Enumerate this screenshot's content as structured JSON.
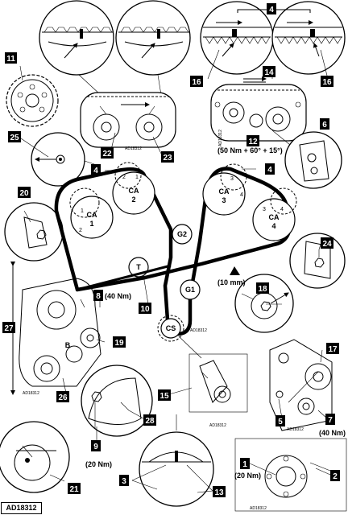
{
  "callouts": {
    "c1": "1",
    "c2": "2",
    "c3": "3",
    "c4": "4",
    "c4b": "4",
    "c4c": "4",
    "c5": "5",
    "c6": "6",
    "c7": "7",
    "c8": "8",
    "c9": "9",
    "c10": "10",
    "c11": "11",
    "c12": "12",
    "c13": "13",
    "c14": "14",
    "c15": "15",
    "c16": "16",
    "c16b": "16",
    "c17": "17",
    "c18": "18",
    "c19": "19",
    "c20": "20",
    "c21": "21",
    "c22": "22",
    "c23": "23",
    "c24": "24",
    "c25": "25",
    "c26": "26",
    "c27": "27",
    "c28": "28"
  },
  "pulleys": {
    "ca1": "CA",
    "ca1n": "1",
    "ca2": "CA",
    "ca2n": "2",
    "ca3": "CA",
    "ca3n": "3",
    "ca4": "CA",
    "ca4n": "4",
    "g1": "G1",
    "g2": "G2",
    "t": "T",
    "cs": "CS",
    "b": "B"
  },
  "marks": {
    "m1": "1",
    "m2": "2",
    "m2b": "2",
    "m1b": "1",
    "m3": "3",
    "m4": "4",
    "m3b": "3",
    "m4b": "4"
  },
  "torques": {
    "t12": "(50 Nm + 60° + 15°)",
    "t8": "(40 Nm)",
    "t9": "(20 Nm)",
    "t7": "(40 Nm)",
    "t1": "(20 Nm)",
    "t10mm": "(10 mm)"
  },
  "refs": {
    "r1": "AD18312",
    "r2": "AD18312",
    "r3": "AD18312",
    "r4": "AD18312",
    "r5": "AD18312",
    "r6": "AD18312",
    "r7": "AD18312"
  },
  "footer": "AD18312"
}
